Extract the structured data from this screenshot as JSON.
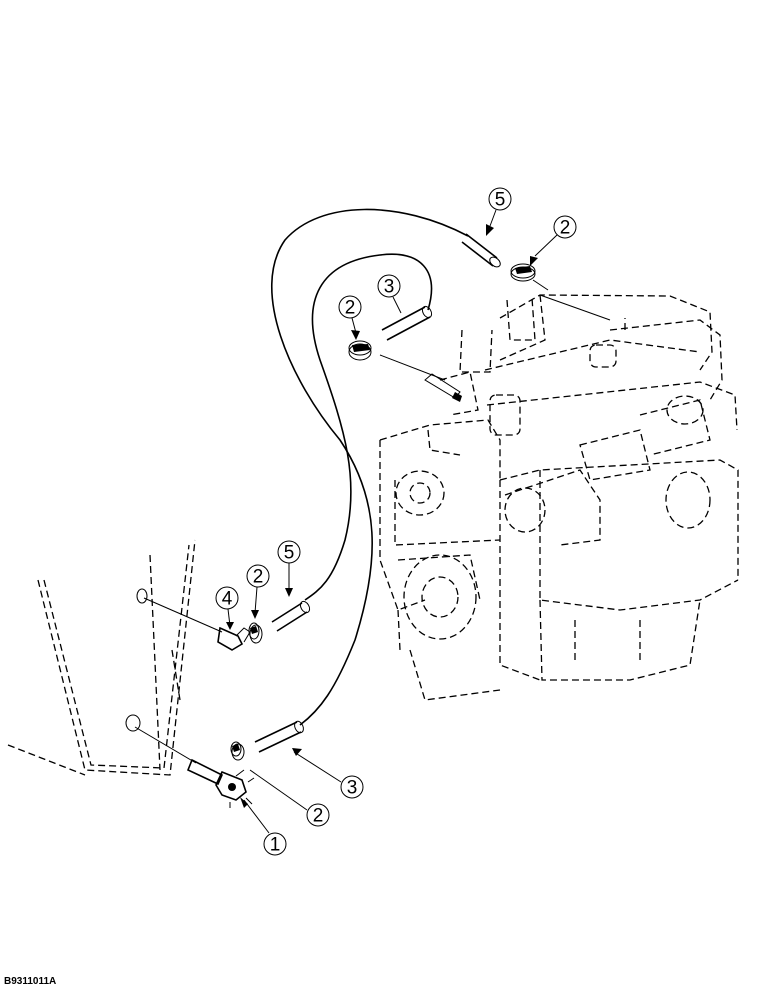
{
  "figure_id": "B9311011A",
  "callouts": {
    "c5_top": "5",
    "c2_top": "2",
    "c3_top": "3",
    "c2_mid": "2",
    "c4": "4",
    "c2_low": "2",
    "c5_low": "5",
    "c3_bottom": "3",
    "c2_bottom": "2",
    "c1": "1"
  }
}
